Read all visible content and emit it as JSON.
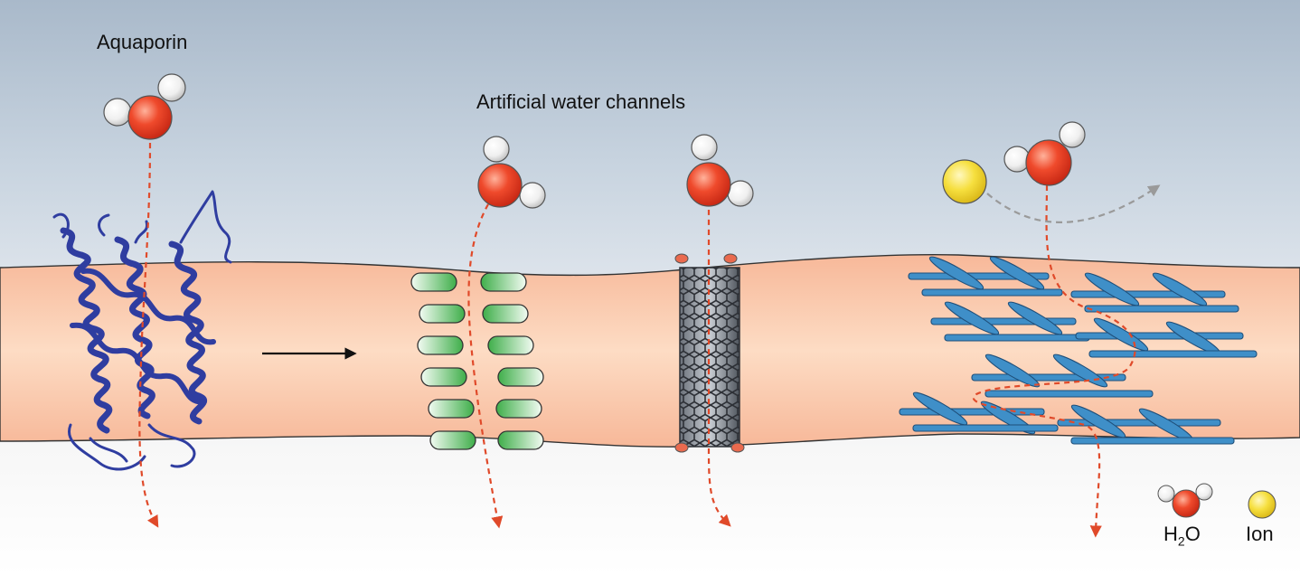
{
  "labels": {
    "aquaporin": "Aquaporin",
    "artificial": "Artificial water channels"
  },
  "legend": {
    "water_main": "H",
    "water_sub": "2",
    "water_tail": "O",
    "ion": "Ion"
  },
  "colors": {
    "membrane": "#f9c7a6",
    "protein": "#3542a6",
    "water_oxygen": "#e8402a",
    "water_hydrogen": "#f2f2f2",
    "ion": "#f4dd3c",
    "pillar": "#5cc15c",
    "nanotube": "#555a63",
    "sheet": "#3f8fc8",
    "path": "#e04a2a",
    "ion_path": "#999999"
  },
  "icons": [
    "water-molecule-icon",
    "ion-icon",
    "right-arrow-icon",
    "aquaporin-protein-icon",
    "carbon-nanotube-icon",
    "stacked-sheet-icon"
  ]
}
